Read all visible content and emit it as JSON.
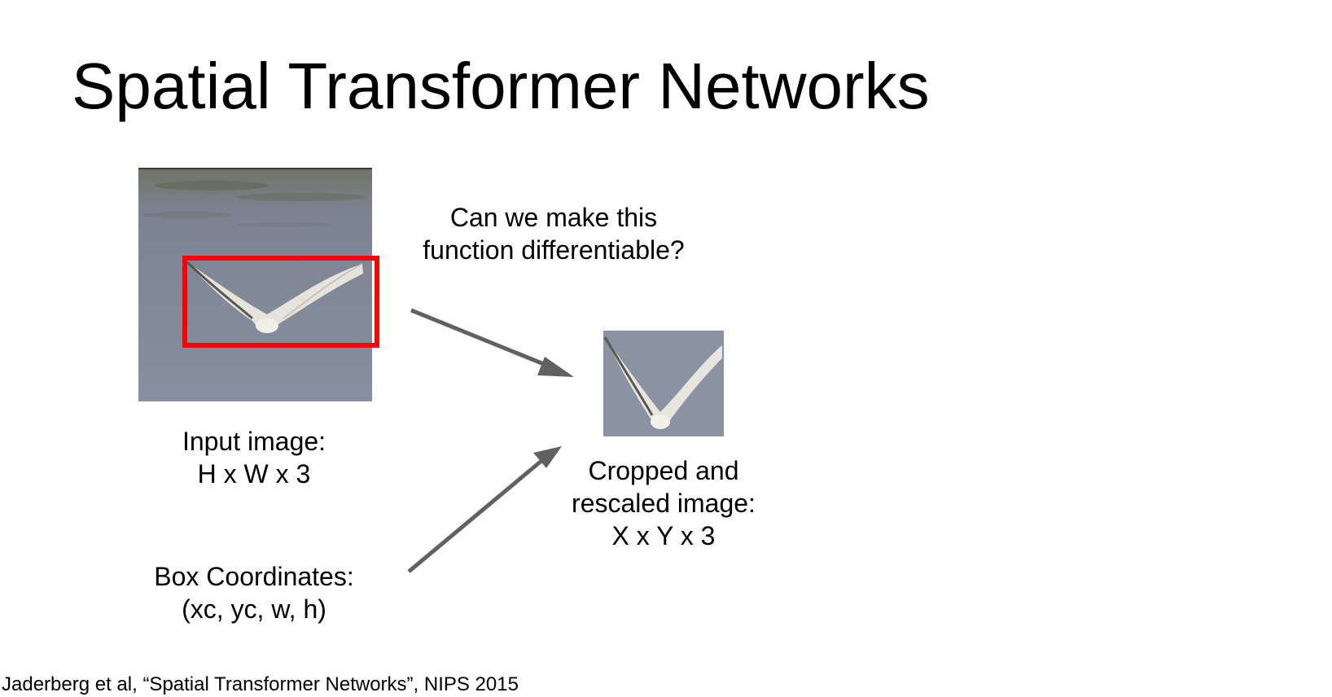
{
  "slide": {
    "title": "Spatial Transformer Networks"
  },
  "input_image": {
    "label_lines": [
      "Input image:",
      "H x W x 3"
    ],
    "crop_box_color": "#ff0000"
  },
  "box_coordinates": {
    "label_lines": [
      "Box Coordinates:",
      "(xc, yc, w, h)"
    ]
  },
  "output_image": {
    "label_lines": [
      "Cropped and",
      "rescaled image:",
      "X x Y x 3"
    ]
  },
  "question": {
    "lines": [
      "Can we make this",
      "function differentiable?"
    ]
  },
  "arrow_color": "#616161",
  "citation": "Jaderberg et al, “Spatial Transformer Networks”, NIPS 2015"
}
